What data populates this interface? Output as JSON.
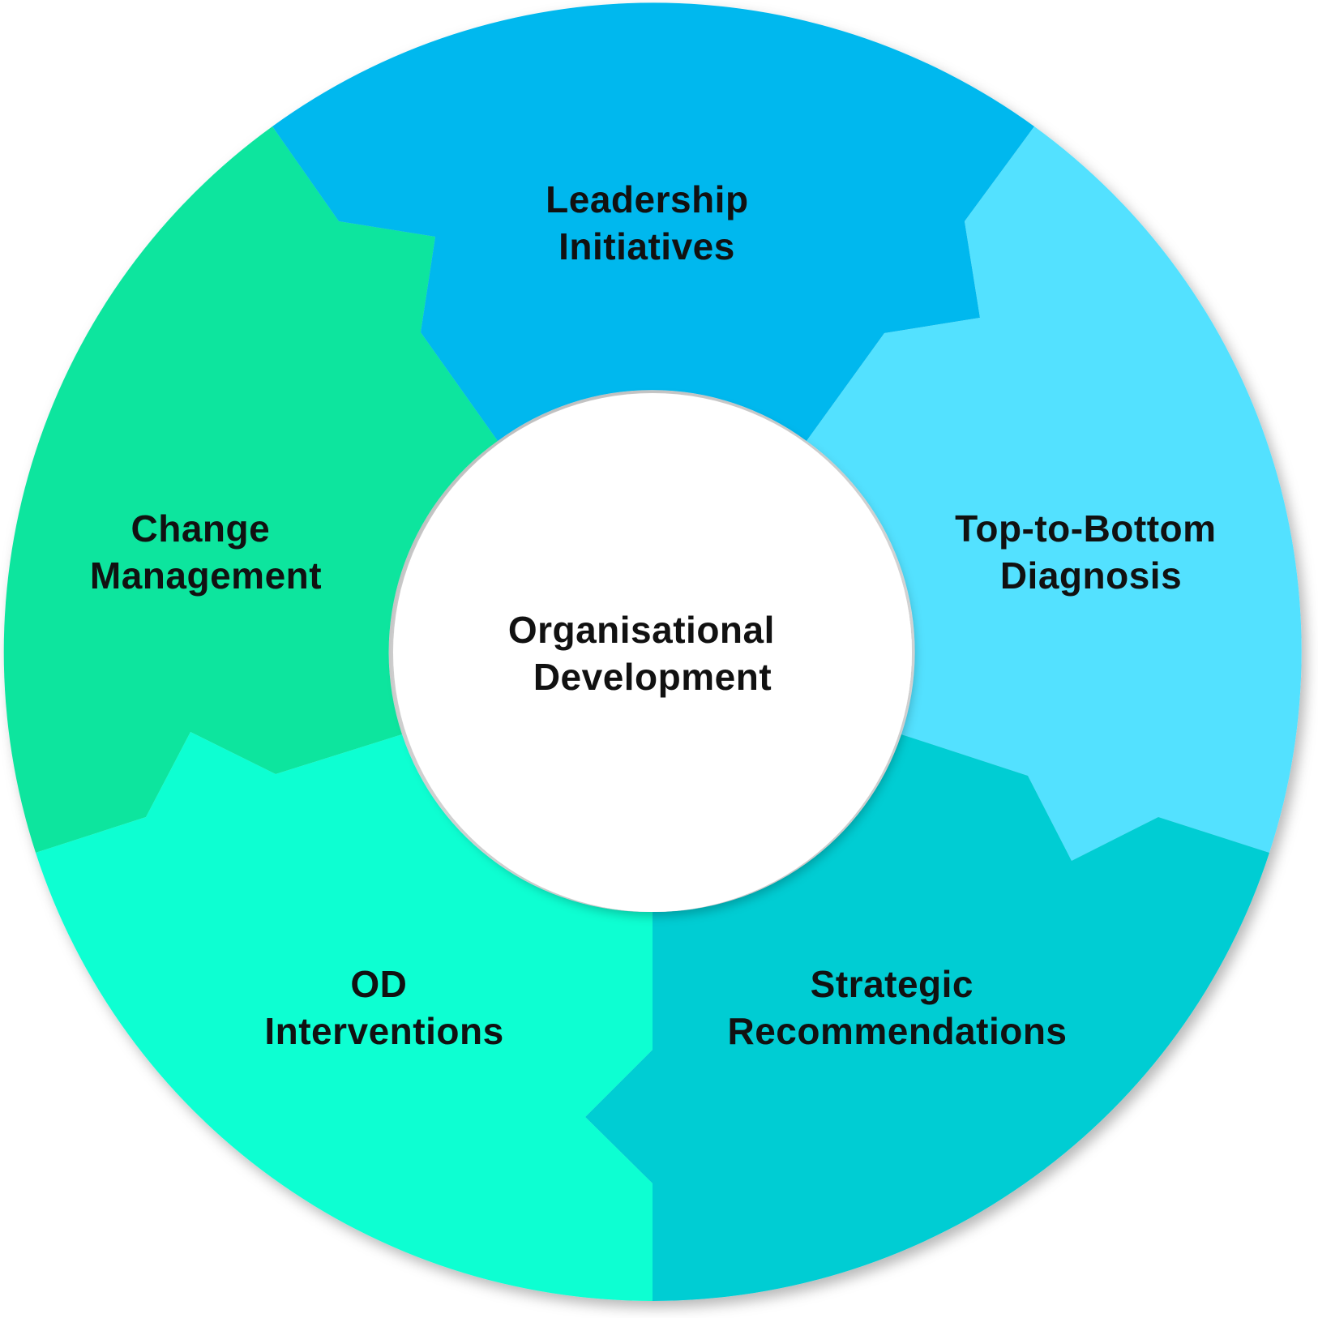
{
  "diagram": {
    "center": {
      "line1": "Organisational",
      "line2": "Development"
    },
    "segments": [
      {
        "id": "leadership",
        "line1": "Leadership",
        "line2": "Initiatives",
        "color": "#02B8EE"
      },
      {
        "id": "diagnosis",
        "line1": "Top-to-Bottom",
        "line2": "Diagnosis",
        "color": "#53E1FF"
      },
      {
        "id": "strategic",
        "line1": "Strategic",
        "line2": "Recommendations",
        "color": "#00CDD3"
      },
      {
        "id": "interventions",
        "line1": "OD",
        "line2": "Interventions",
        "color": "#0BFFD2"
      },
      {
        "id": "change",
        "line1": "Change",
        "line2": "Management",
        "color": "#0DE59E"
      }
    ]
  }
}
